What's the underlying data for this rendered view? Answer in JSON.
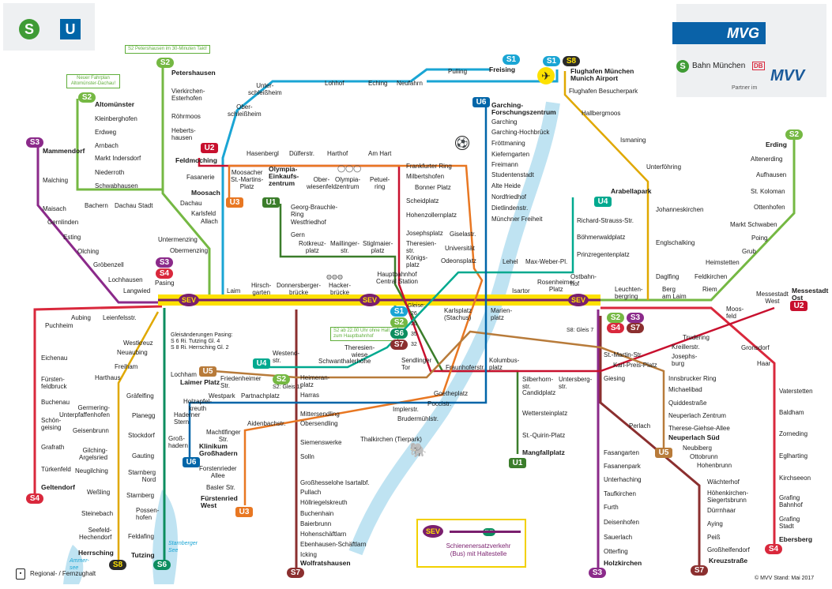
{
  "header": {
    "s_logo": "S",
    "u_logo": "U",
    "mvg_logo": "MVG",
    "bahn_label": "Bahn München",
    "db_label": "DB",
    "partner_label": "Partner im",
    "mvv_label": "MVV"
  },
  "notes": {
    "s2_petershausen": "S2 Petershausen im 30-Minuten Takt!",
    "altomuenster": "Neuer Fahrplan Altomünster-Dachau!",
    "s2_gleis": "S2: Gleis 11",
    "pasing_gleise_1": "Gleisänderungen Pasing:",
    "pasing_gleise_2": "S 6 Ri. Tutzing Gl. 4",
    "pasing_gleise_3": "S 8 Ri. Herrsching Gl. 2",
    "s2_halt": "S2 ab 22.00 Uhr ohne Halt zum Hauptbahnhof",
    "ostbahnhof_gleis": "S8: Gleis 7",
    "gleise_hbf": "Gleise:",
    "tracks": [
      "26",
      "20",
      "35",
      "32"
    ]
  },
  "lines": {
    "S1": "S1",
    "S2": "S2",
    "S3": "S3",
    "S4": "S4",
    "S6": "S6",
    "S7": "S7",
    "S8": "S8",
    "U1": "U1",
    "U2": "U2",
    "U3": "U3",
    "U4": "U4",
    "U5": "U5",
    "U6": "U6",
    "SEV": "SEV",
    "BUS": "BUS"
  },
  "colors": {
    "S1": "#1aa5d4",
    "S2": "#75b843",
    "S3": "#8b2a8a",
    "S4": "#d9283c",
    "S6": "#0c8d5f",
    "S7": "#8b2f2f",
    "S8": "#2a2a2a",
    "U1": "#3b7d2b",
    "U2": "#c8102e",
    "U3": "#e87722",
    "U4": "#00a98f",
    "U5": "#b87b3a",
    "U6": "#0065a8",
    "SEV_yellow": "#fde100",
    "SEV_purple": "#7a1f6e"
  },
  "stations": {
    "petershausen": "Petershausen",
    "vierkirchen": "Vierkirchen-\nEsterhofen",
    "roehrmoos": "Röhrmoos",
    "hebertshausen": "Heberts-\nhausen",
    "altomuenster": "Altomünster",
    "kleinberghofen": "Kleinberghofen",
    "erdweg": "Erdweg",
    "arnbach": "Arnbach",
    "markt_indersdorf": "Markt Indersdorf",
    "niederroth": "Niederroth",
    "schwabhausen": "Schwabhausen",
    "bachern": "Bachern",
    "dachau_stadt": "Dachau Stadt",
    "dachau": "Dachau",
    "karlsfeld": "Karlsfeld",
    "allach": "Allach",
    "untermenzing": "Untermenzing",
    "obermenzing": "Obermenzing",
    "mammendorf": "Mammendorf",
    "malching": "Malching",
    "maisach": "Maisach",
    "gernlinden": "Gernlinden",
    "esting": "Esting",
    "olching": "Olching",
    "groebenzell": "Gröbenzell",
    "lochhausen": "Lochhausen",
    "langwied": "Langwied",
    "pasing": "Pasing",
    "aubing": "Aubing",
    "leienfelsstr": "Leienfelsstr.",
    "puchheim": "Puchheim",
    "eichenau": "Eichenau",
    "fuerstenfeldbruck": "Fürsten-\nfeldbruck",
    "buchenau": "Buchenau",
    "schoengeising": "Schön-\ngeising",
    "grafrath": "Grafrath",
    "tuerkenfeld": "Türkenfeld",
    "geltendorf": "Geltendorf",
    "westkreuz": "Westkreuz",
    "neuaubing": "Neuaubing",
    "freiham": "Freiham",
    "harthaus": "Harthaus",
    "germering": "Germering-\nUnterpfaffenhofen",
    "geisenbrunn": "Geisenbrunn",
    "gilching": "Gilching-\nArgelsried",
    "neugilching": "Neugilching",
    "wessling": "Weßling",
    "steinebach": "Steinebach",
    "seefeld": "Seefeld-\nHechendorf",
    "herrsching": "Herrsching",
    "graefelfing": "Gräfelfing",
    "planegg": "Planegg",
    "stockdorf": "Stockdorf",
    "gauting": "Gauting",
    "starnberg_nord": "Starnberg\nNord",
    "starnberg": "Starnberg",
    "possenhofen": "Possen-\nhofen",
    "feldafing": "Feldafing",
    "tutzing": "Tutzing",
    "ammersee": "Ammer-\nsee",
    "starnberger_see": "Starnberger\nSee",
    "feldmoching": "Feldmoching",
    "fasanerie": "Fasanerie",
    "moosach": "Moosach",
    "hasenbergl": "Hasenbergl",
    "duelferstr": "Dülferstr.",
    "harthof": "Harthof",
    "am_hart": "Am Hart",
    "moosacher": "Moosacher\nSt.-Martins-\nPlatz",
    "olympia_ez": "Olympia-\nEinkaufs-\nzentrum",
    "oberwiesenfeld": "Ober-\nwiesenfeld",
    "olympiazentrum": "Olympia-\nzentrum",
    "petuelring": "Petuel-\nring",
    "georg_brauchle": "Georg-Brauchle-\nRing",
    "westfriedhof": "Westfriedhof",
    "gern": "Gern",
    "rotkreuzplatz": "Rotkreuz-\nplatz",
    "maillingerstr": "Maillinger-\nstr.",
    "stiglmaierplatz": "Stiglmaier-\nplatz",
    "frankfurter_ring": "Frankfurter Ring",
    "milbertshofen": "Milbertshofen",
    "bonner_platz": "Bonner Platz",
    "scheidplatz": "Scheidplatz",
    "hohenzollernplatz": "Hohenzollernplatz",
    "josephsplatz": "Josephsplatz",
    "theresienstr": "Theresien-\nstr.",
    "koenigsplatz": "Königs-\nplatz",
    "giselastr": "Giselastr.",
    "universitaet": "Universität",
    "odeonsplatz": "Odeonsplatz",
    "unterschleissheim": "Unter-\nschleißheim",
    "oberschleissheim": "Ober-\nschleißheim",
    "lohhof": "Lohhof",
    "eching": "Eching",
    "neufahrn": "Neufahrn",
    "pulling": "Pulling",
    "freising": "Freising",
    "flughafen": "Flughafen München\nMunich Airport",
    "flughafen_besucherpark": "Flughafen Besucherpark",
    "hallbergmoos": "Hallbergmoos",
    "ismaning": "Ismaning",
    "unterfoehring": "Unterföhring",
    "johanneskirchen": "Johanneskirchen",
    "englschalking": "Englschalking",
    "daglfing": "Daglfing",
    "garching_fz": "Garching-\nForschungszentrum",
    "garching": "Garching",
    "garching_hochbrueck": "Garching-Hochbrück",
    "froettmaning": "Fröttmaning",
    "kieferngarten": "Kieferngarten",
    "freimann": "Freimann",
    "studentenstadt": "Studentenstadt",
    "alte_heide": "Alte Heide",
    "nordfriedhof": "Nordfriedhof",
    "dietlindenstr": "Dietlindenstr.",
    "muenchner_freiheit": "Münchner Freiheit",
    "arabellapark": "Arabellapark",
    "richard_strauss": "Richard-Strauss-Str.",
    "boehmerwaldplatz": "Böhmerwaldplatz",
    "prinzregentenplatz": "Prinzregentenplatz",
    "erding": "Erding",
    "altenerding": "Altenerding",
    "aufhausen": "Aufhausen",
    "st_koloman": "St. Koloman",
    "ottenhofen": "Ottenhofen",
    "markt_schwaben": "Markt Schwaben",
    "poing": "Poing",
    "grub": "Grub",
    "heimstetten": "Heimstetten",
    "feldkirchen": "Feldkirchen",
    "riem": "Riem",
    "messestadt_west": "Messestadt\nWest",
    "messestadt_ost": "Messestadt\nOst",
    "berg_am_laim": "Berg\nam Laim",
    "leuchtenbergring": "Leuchten-\nbergring",
    "ostbahnhof": "Ostbahn-\nhof",
    "laim": "Laim",
    "hirschgarten": "Hirsch-\ngarten",
    "donnersbergerbruecke": "Donnersberger-\nbrücke",
    "hackerbruecke": "Hacker-\nbrücke",
    "hauptbahnhof": "Hauptbahnhof\nCentral Station",
    "karlsplatz": "Karlsplatz\n(Stachus)",
    "marienplatz": "Marien-\nplatz",
    "isartor": "Isartor",
    "rosenheimer_platz": "Rosenheimer\nPlatz",
    "lehel": "Lehel",
    "max_weber": "Max-Weber-Pl.",
    "westendstr": "Westend-\nstr.",
    "theresienwiese": "Theresien-\nwiese",
    "schwanthalerhoehe": "Schwanthalerhöhe",
    "lochham": "Lochham",
    "laimer_platz": "Laimer Platz",
    "friedenheimer": "Friedenheimer\nStr.",
    "heimeranplatz": "Heimeran-\nplatz",
    "harras": "Harras",
    "westpark": "Westpark",
    "partnachplatz": "Partnachplatz",
    "holzapfelkreuth": "Holzapfel-\nkreuth",
    "haderner_stern": "Haderner\nStern",
    "grosshadern": "Groß-\nhadern",
    "klinikum": "Klinikum\nGroßhadern",
    "machtlfinger": "Machtlfinger\nStr.",
    "forstenrieder_allee": "Forstenrieder\nAllee",
    "basler_str": "Basler Str.",
    "fuerstenried_west": "Fürstenried\nWest",
    "aidenbachstr": "Aidenbachstr.",
    "mittersendling": "Mittersendling",
    "obersendling": "Obersendling",
    "siemenswerke": "Siemenswerke",
    "solln": "Solln",
    "grosshesselohe": "Großhesselohe Isartalbf.",
    "pullach": "Pullach",
    "hoellriegelskreuth": "Höllriegelskreuth",
    "buchenhain": "Buchenhain",
    "baierbrunn": "Baierbrunn",
    "hohenschaeftlarn": "Hohenschäftlarn",
    "ebenhausen": "Ebenhausen-Schäftlarn",
    "icking": "Icking",
    "wolfratshausen": "Wolfratshausen",
    "sendlinger_tor": "Sendlinger\nTor",
    "goetheplatz": "Goetheplatz",
    "poccistr": "Poccistr.",
    "implerstr": "Implerstr.",
    "brudermuehlstr": "Brudermühlstr.",
    "thalkirchen": "Thalkirchen (Tierpark)",
    "fraunhoferstr": "Fraunhoferstr.",
    "kolumbusplatz": "Kolumbus-\nplatz",
    "silberhornstr": "Silberhorn-\nstr.",
    "candidplatz": "Candidplatz",
    "wettersteinplatz": "Wettersteinplatz",
    "st_quirin": "St.-Quirin-Platz",
    "mangfallplatz": "Mangfallplatz",
    "untersbergstr": "Untersberg-\nstr.",
    "giesing": "Giesing",
    "st_martin": "St.-Martin-Str.",
    "karl_preis": "Karl-Preis-Platz",
    "innsbrucker_ring": "Innsbrucker Ring",
    "michaelibad": "Michaelibad",
    "quiddestr": "Quiddestraße",
    "neuperlach_zentrum": "Neuperlach Zentrum",
    "therese_giehse": "Therese-Giehse-Allee",
    "neuperlach_sued": "Neuperlach Süd",
    "neubiberg": "Neubiberg",
    "ottobrunn": "Ottobrunn",
    "hohenbrunn": "Hohenbrunn",
    "waechterhof": "Wächterhof",
    "hoehenkirchen": "Höhenkirchen-\nSiegertsbrunn",
    "duernhaar": "Dürrnhaar",
    "aying": "Aying",
    "peiss": "Peiß",
    "grosshelfendorf": "Großhelfendorf",
    "kreuzstrasse": "Kreuzstraße",
    "perlach": "Perlach",
    "fasangarten": "Fasangarten",
    "fasanenpark": "Fasanenpark",
    "unterhaching": "Unterhaching",
    "taufkirchen": "Taufkirchen",
    "furth": "Furth",
    "deisenhofen": "Deisenhofen",
    "sauerlach": "Sauerlach",
    "otterfing": "Otterfing",
    "holzkirchen": "Holzkirchen",
    "trudering": "Trudering",
    "kreillerstr": "Kreillerstr.",
    "josephsburg": "Josephs-\nburg",
    "moosfeld": "Moos-\nfeld",
    "gronsdorf": "Gronsdorf",
    "haar": "Haar",
    "vaterstetten": "Vaterstetten",
    "baldham": "Baldham",
    "zorneding": "Zorneding",
    "eglharting": "Eglharting",
    "kirchseeon": "Kirchseeon",
    "grafing_bahnhof": "Grafing\nBahnhof",
    "grafing_stadt": "Grafing\nStadt",
    "ebersberg": "Ebersberg"
  },
  "legend": {
    "sev_label": "Schienenersatzverkehr\n(Bus) mit Haltestelle",
    "regional": "Regional- / Fernzughalt",
    "stand": "© MVV Stand: Mai 2017"
  }
}
